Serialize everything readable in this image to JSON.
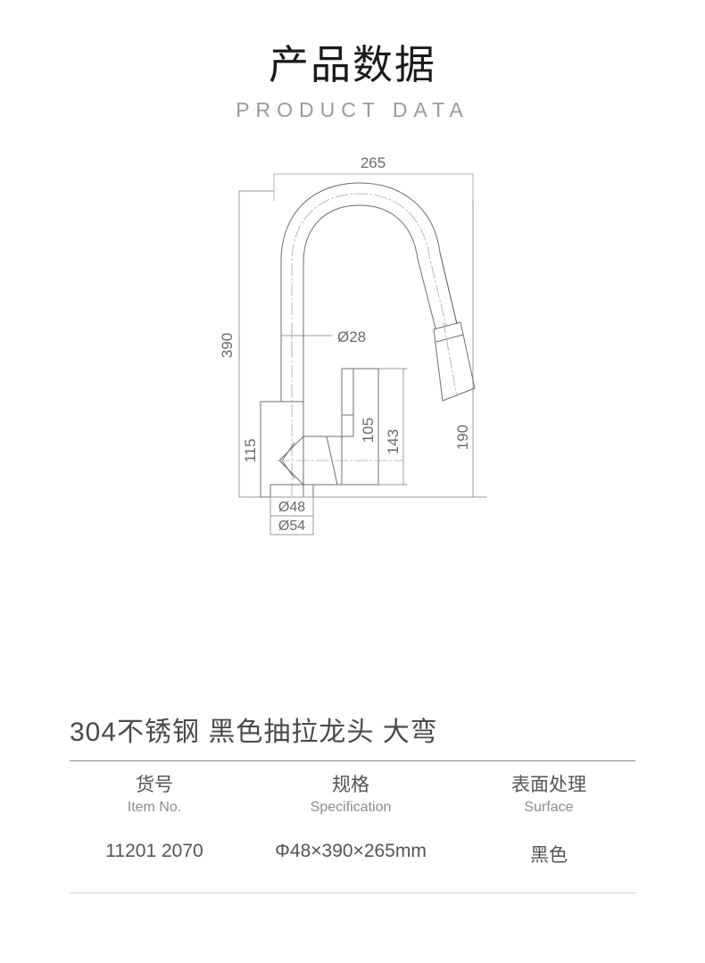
{
  "header": {
    "title_cn": "产品数据",
    "title_en": "PRODUCT DATA"
  },
  "drawing": {
    "dimensions": {
      "width_top": "265",
      "height_left": "390",
      "spout_diameter": "Ø28",
      "body_height": "115",
      "handle_height": "105",
      "assembly_height": "143",
      "reach_right": "190",
      "base_diameter_inner": "Ø48",
      "base_diameter_outer": "Ø54"
    }
  },
  "product": {
    "name": "304不锈钢 黑色抽拉龙头 大弯"
  },
  "spec_table": {
    "columns": [
      {
        "label_cn": "货号",
        "label_en": "Item No.",
        "value": "11201 2070"
      },
      {
        "label_cn": "规格",
        "label_en": "Specification",
        "value": "Φ48×390×265mm"
      },
      {
        "label_cn": "表面处理",
        "label_en": "Surface",
        "value": "黑色"
      }
    ]
  },
  "colors": {
    "title": "#1a1a1a",
    "subtitle": "#9a9a9a",
    "text": "#555555",
    "drawing_line": "#6b6b6b",
    "dimension_line": "#9b9b9b",
    "rule": "#8c8c8c"
  }
}
